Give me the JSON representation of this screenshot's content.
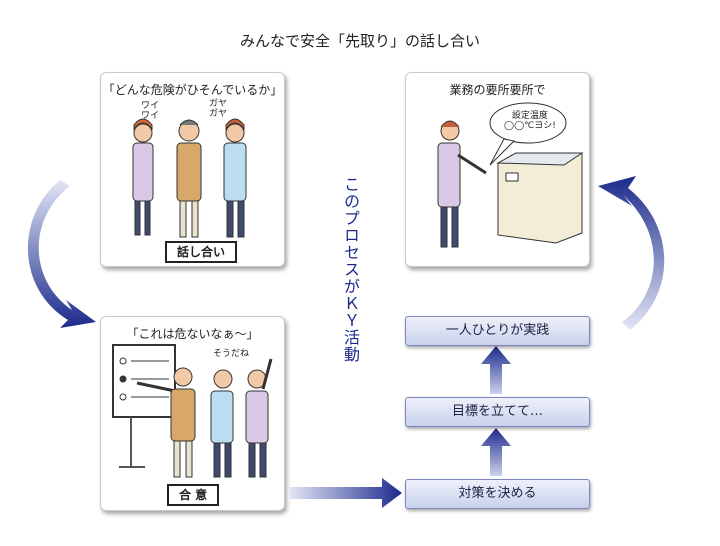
{
  "title": "みんなで安全「先取り」の話し合い",
  "panels": {
    "discuss": {
      "caption": "「どんな危険がひそんでいるか」",
      "tag": "話し合い",
      "chatter_left": "ワイ\nワイ",
      "chatter_right": "ガヤ\nガヤ"
    },
    "agree": {
      "caption": "「これは危ないなぁ～」",
      "tag": "合 意",
      "bubble": "そうだね"
    },
    "workplace": {
      "caption": "業務の要所要所で",
      "speech": "設定温度\n◯◯℃ヨシ!"
    }
  },
  "steps": [
    "対策を決める",
    "目標を立てて…",
    "一人ひとりが実践"
  ],
  "side_label": "このプロセスがＫＹ活動",
  "colors": {
    "arrow_dark": "#1b2a8c",
    "arrow_light": "#e6e9f6",
    "step_fill": "#c9d1ec"
  }
}
